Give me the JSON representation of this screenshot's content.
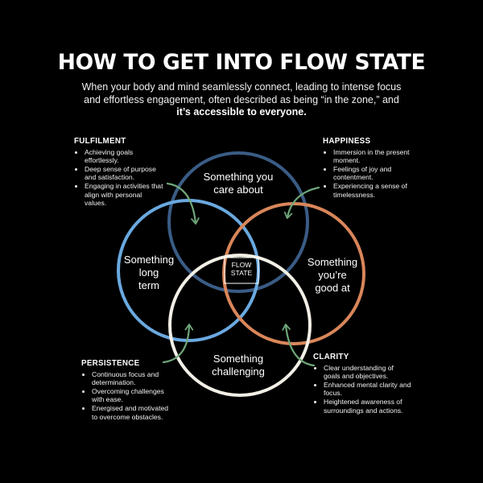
{
  "title": "HOW TO GET INTO FLOW STATE",
  "subtitle": {
    "line1": "When your body and mind seamlessly connect, leading to intense focus",
    "line2": "and effortless engagement, often described as being “in the zone,” and",
    "line3_bold": "it’s accessible to everyone."
  },
  "panels": {
    "fulfilment": {
      "heading": "FULFILMENT",
      "items": [
        "Achieving goals effortlessly.",
        "Deep sense of purpose and satisfaction.",
        "Engaging in activities that align with personal values."
      ]
    },
    "happiness": {
      "heading": "HAPPINESS",
      "items": [
        "Immersion in the present moment.",
        "Feelings of joy and contentment.",
        "Experiencing a sense of timelessness."
      ]
    },
    "persistence": {
      "heading": "PERSISTENCE",
      "items": [
        "Continuous focus and determination.",
        "Overcoming challenges with ease.",
        "Energised and motivated to overcome obstacles."
      ]
    },
    "clarity": {
      "heading": "CLARITY",
      "items": [
        "Clear understanding of goals and objectives.",
        "Enhanced mental clarity and focus.",
        "Heightened awareness of surroundings and actions."
      ]
    }
  },
  "circles": {
    "care": {
      "label_line1": "Something you",
      "label_line2": "care about",
      "color": "#3a5c85"
    },
    "long_term": {
      "label_line1": "Something",
      "label_line2": "long",
      "label_line3": "term",
      "color": "#6aa9e0"
    },
    "good_at": {
      "label_line1": "Something",
      "label_line2": "you’re",
      "label_line3": "good at",
      "color": "#d9865a"
    },
    "challenging": {
      "label_line1": "Something",
      "label_line2": "challenging",
      "color": "#f2efe6"
    }
  },
  "center": {
    "line1": "FLOW",
    "line2": "STATE"
  },
  "arrow_color": "#6fa77a"
}
